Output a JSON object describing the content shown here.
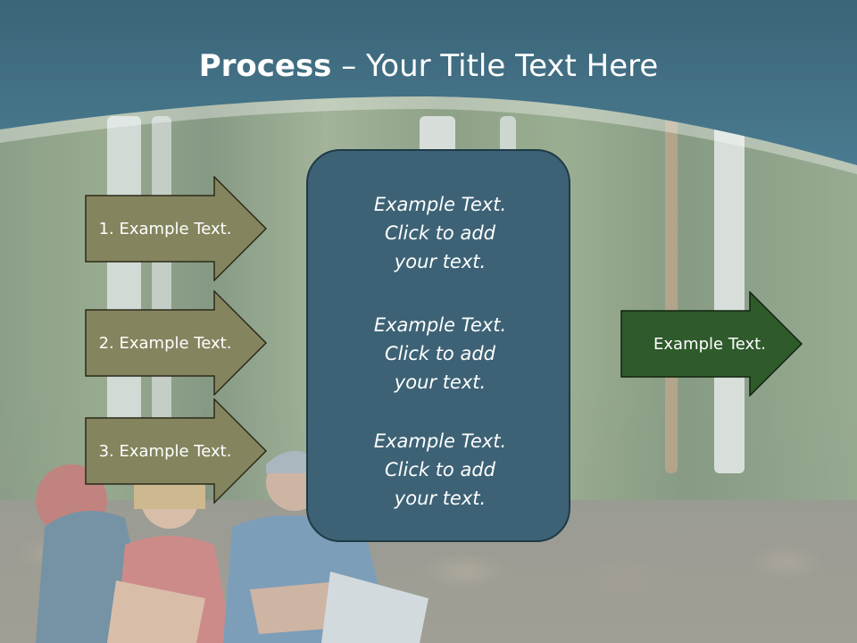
{
  "slide": {
    "title_bold": "Process",
    "title_rest": " – Your Title Text Here"
  },
  "left_arrows": [
    {
      "label": "1. Example Text."
    },
    {
      "label": "2. Example Text."
    },
    {
      "label": "3. Example Text."
    }
  ],
  "center_box": {
    "items": [
      {
        "line1": "Example Text.",
        "line2": "Click  to add",
        "line3": "your text."
      },
      {
        "line1": "Example Text.",
        "line2": "Click  to add",
        "line3": "your text."
      },
      {
        "line1": "Example Text.",
        "line2": "Click  to add",
        "line3": "your text."
      }
    ]
  },
  "right_arrow": {
    "label": "Example Text."
  },
  "colors": {
    "header": "#3f6f84",
    "left_arrow_fill": "#84845e",
    "center_box_fill": "#3d6275",
    "right_arrow_fill": "#2f5a2c"
  }
}
